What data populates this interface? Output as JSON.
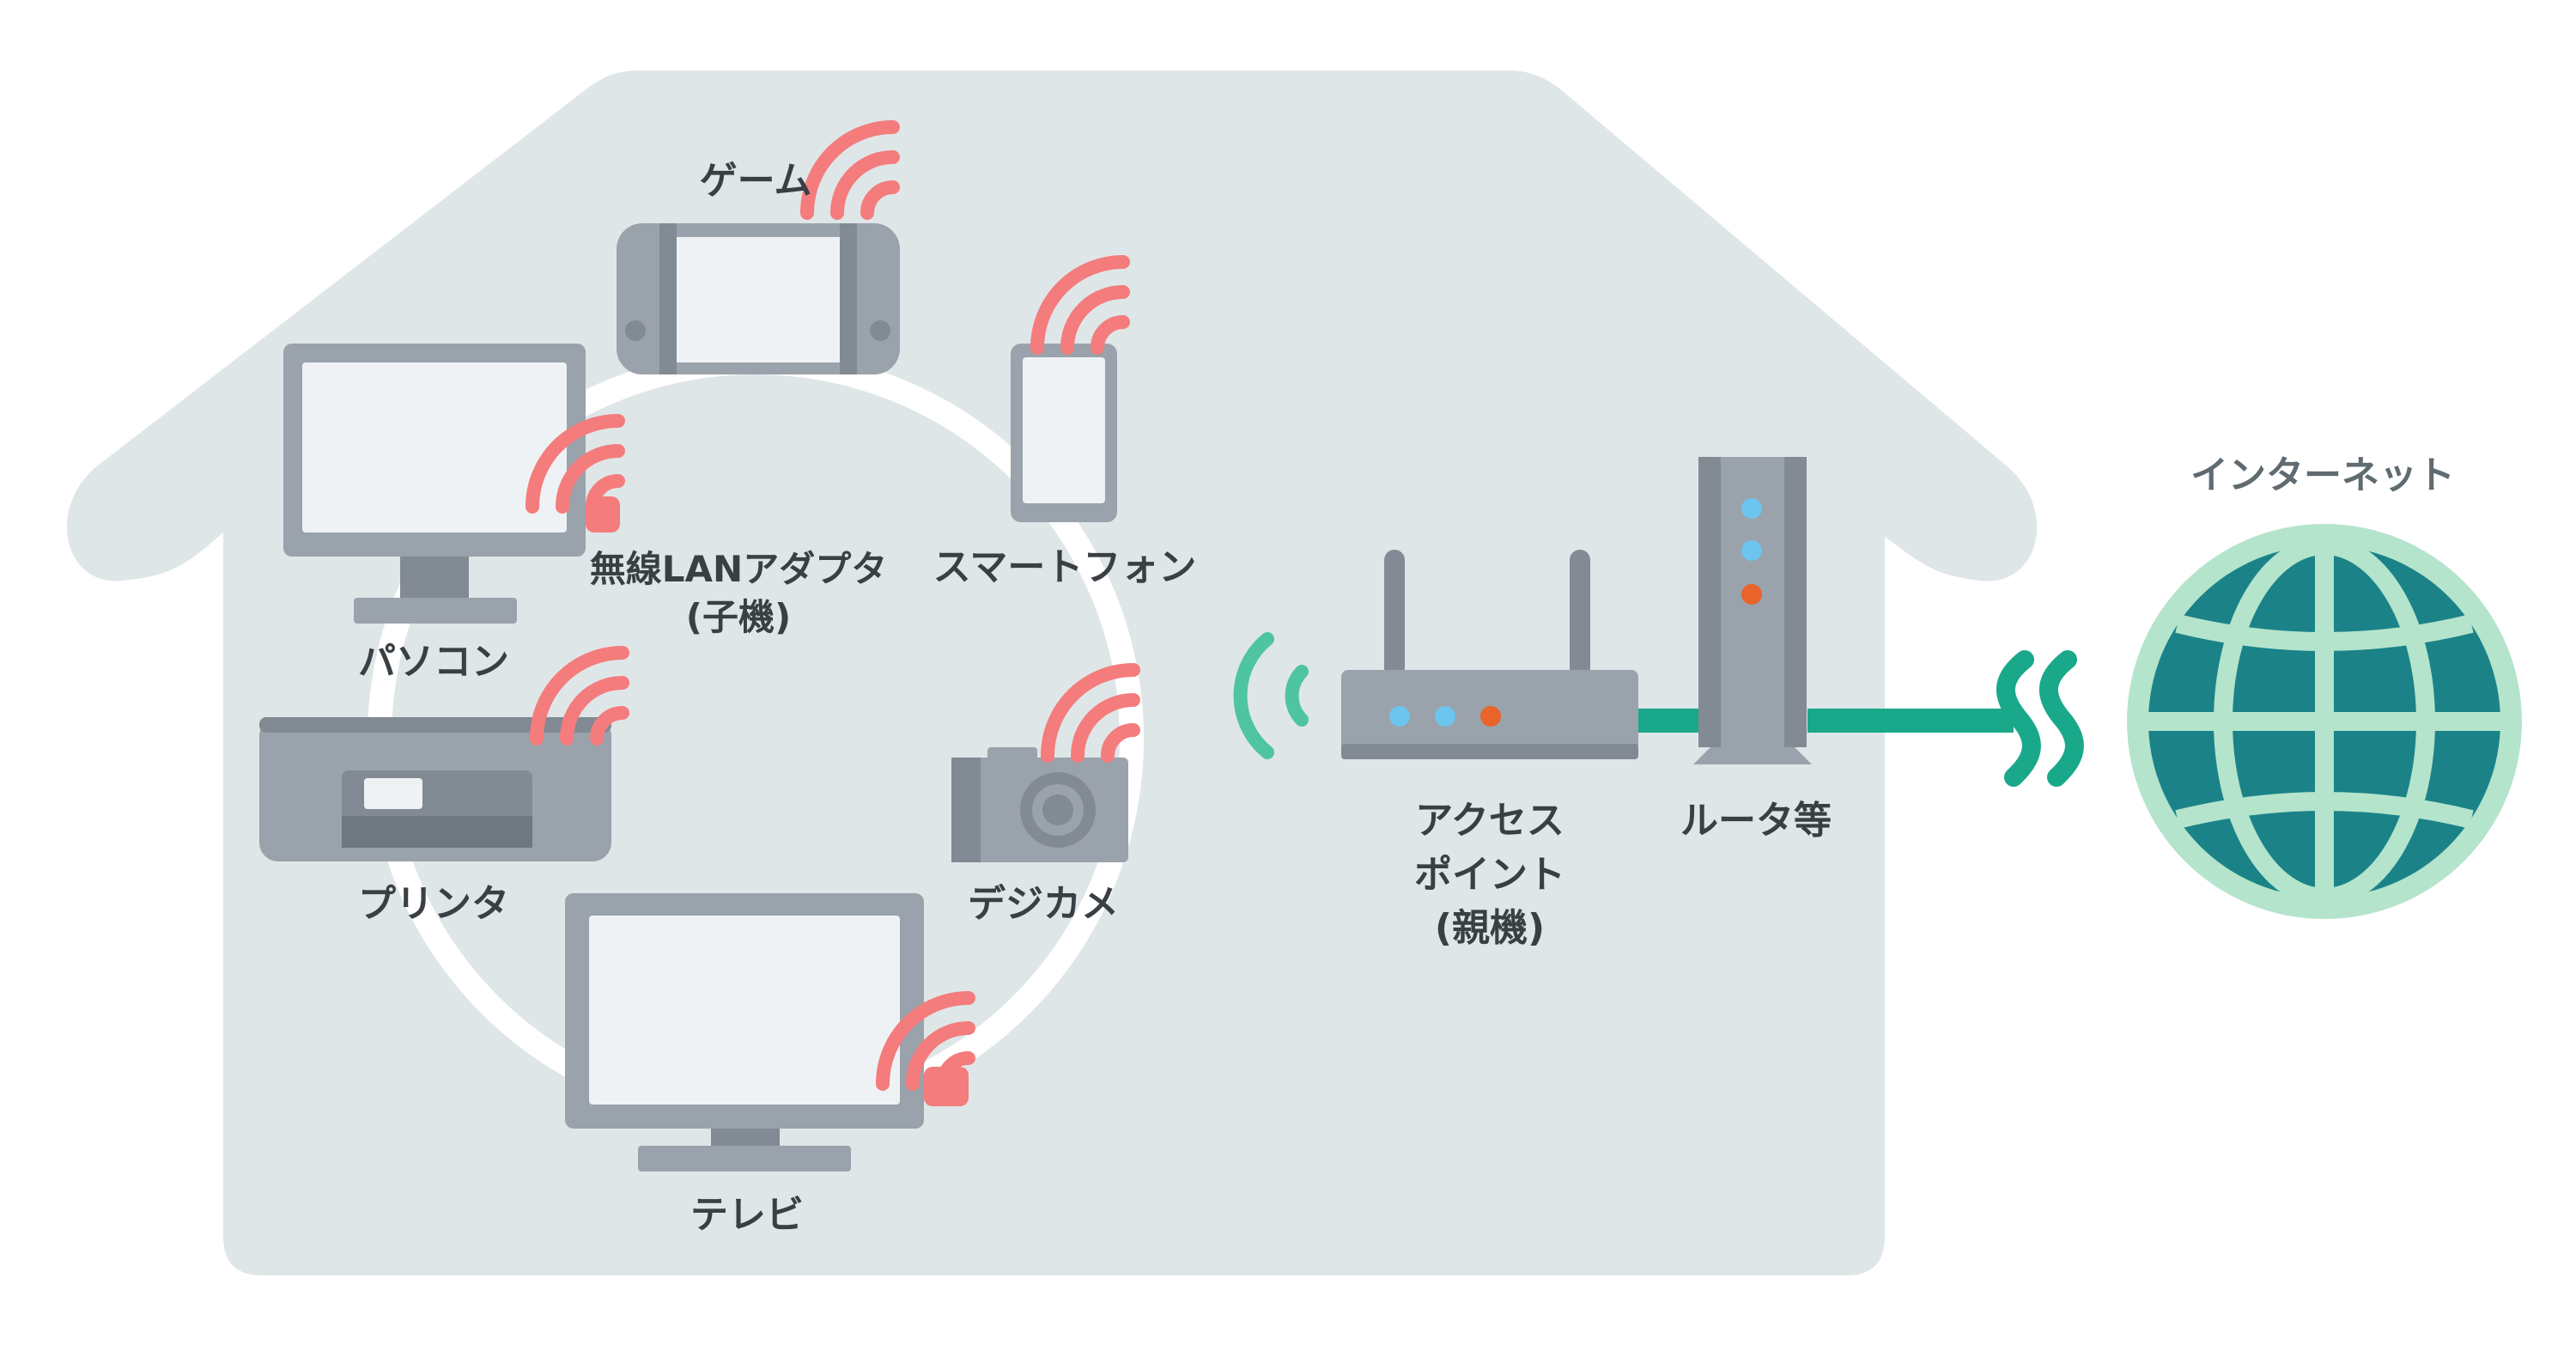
{
  "labels": {
    "game": "ゲーム",
    "pc": "パソコン",
    "adapter_line1": "無線LANアダプタ",
    "adapter_line2": "(子機)",
    "smartphone": "スマートフォン",
    "printer": "プリンタ",
    "camera": "デジカメ",
    "tv": "テレビ",
    "ap_line1": "アクセス",
    "ap_line2": "ポイント",
    "ap_line3": "(親機)",
    "router": "ルータ等",
    "internet": "インターネット"
  },
  "colors": {
    "house": "#dfe6e8",
    "ring": "#ffffff",
    "device_body": "#9aa2ab",
    "device_dark": "#828a93",
    "screen": "#eef2f4",
    "wifi_client": "#f47c7c",
    "wifi_ap": "#4fc4a2",
    "cable": "#1aa88a",
    "globe_fill": "#1b8388",
    "globe_line": "#b4e4cc",
    "led_blue": "#6cc5ee",
    "led_orange": "#e8642a"
  },
  "icons": {
    "game": "game-console-icon",
    "pc": "desktop-monitor-icon",
    "adapter": "usb-wifi-adapter-icon",
    "smartphone": "smartphone-icon",
    "printer": "printer-icon",
    "camera": "camera-icon",
    "tv": "tv-icon",
    "access_point": "wifi-router-icon",
    "router": "router-tower-icon",
    "internet": "globe-icon"
  }
}
